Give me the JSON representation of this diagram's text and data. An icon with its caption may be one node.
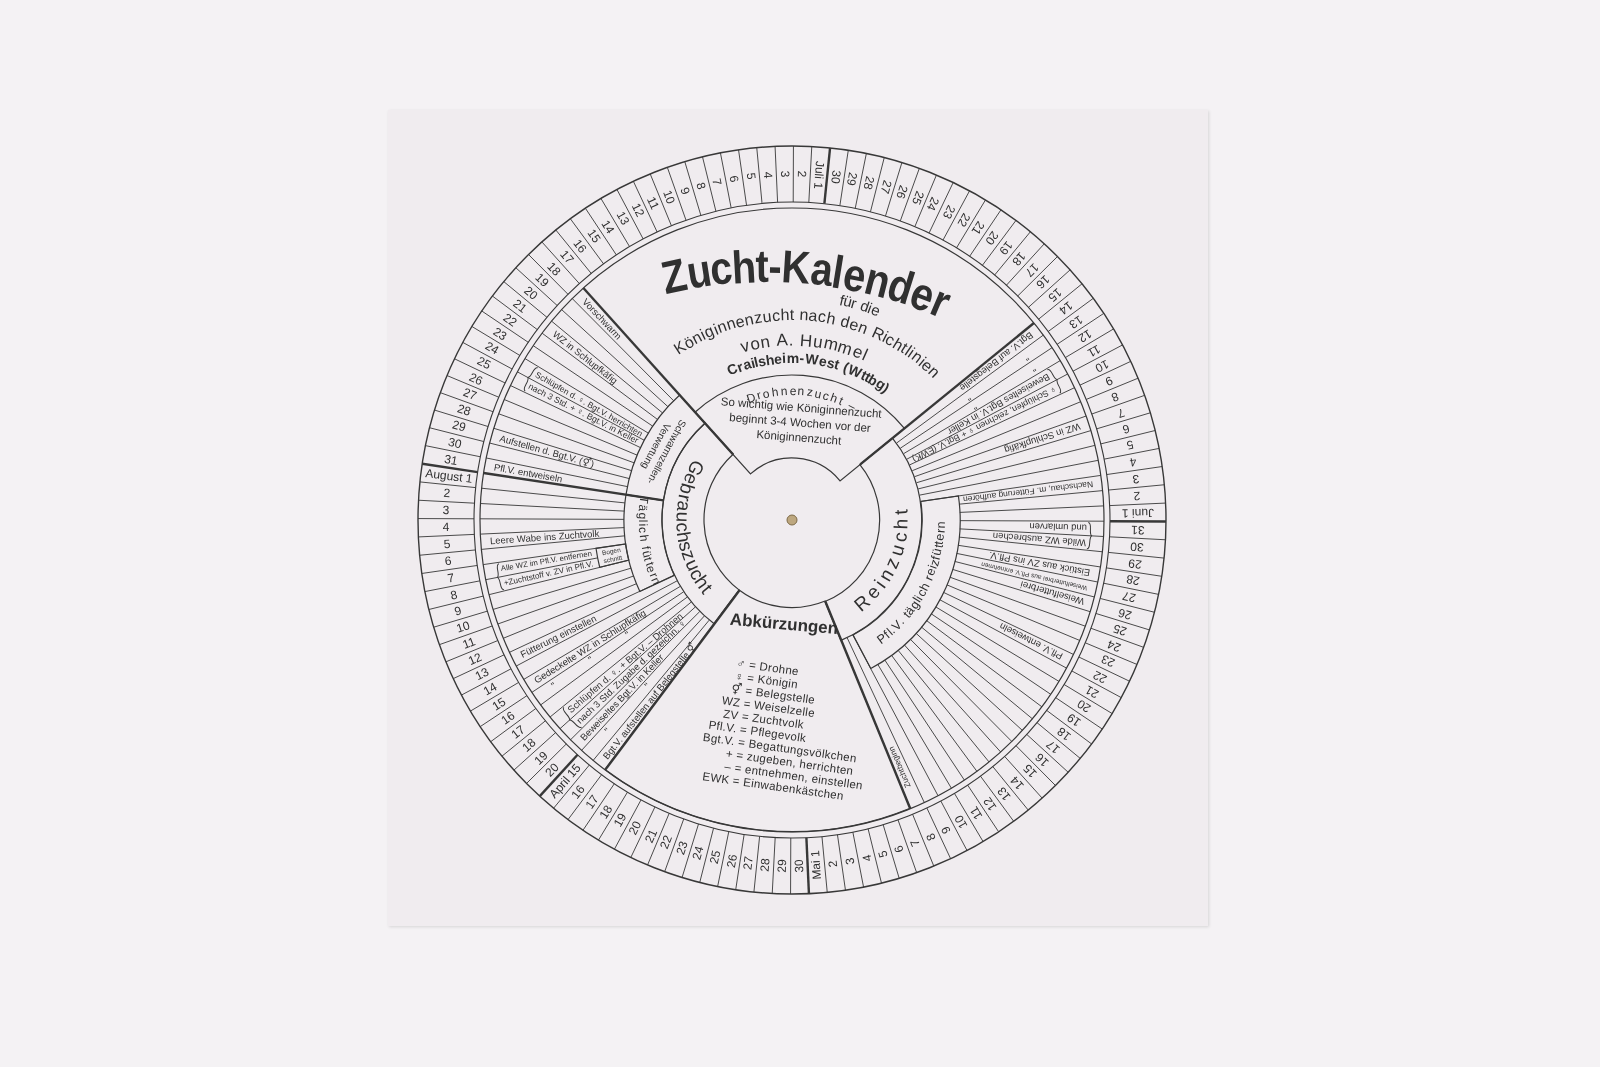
{
  "diagram": {
    "title": "Zucht-Kalender",
    "nodes": [
      {
        "text": [
          "Drohnenzucht –",
          "So wichtig wie Königinnenzucht beginnt 3-4 Wochen vor der Königinnenzucht"
        ]
      },
      {
        "text": [
          "Gebrauchszucht"
        ]
      },
      {
        "text": [
          "Schwarmzellen-Verwertung"
        ]
      },
      {
        "text": [
          "Täglich füttern"
        ]
      },
      {
        "text": [
          "Bogen schnitt"
        ]
      },
      {
        "text": [
          "Reinzucht"
        ]
      },
      {
        "text": [
          "Pfl.V. täglich reizfüttern"
        ]
      },
      {
        "text": [
          "Abkürzungen",
          "♂ = Drohne",
          "♀ = Königin",
          "⚥ = Belegstelle",
          "WZ = Weiselzelle",
          "ZV = Zuchtvolk",
          "Pfl.V. = Pflegevolk",
          "Bgt.V. = Begattungsvölkchen",
          "+ = zugeben, herrichten",
          "– = entnehmen, einstellen",
          "EWK = Einwabenkästchen"
        ]
      }
    ],
    "labels": [
      "für die",
      "Königinnenzucht nach den Richtlinien",
      "von A. Hummel",
      "Crailsheim-West (Wttbg)",
      "April 15",
      "16",
      "17",
      "18",
      "19",
      "20",
      "21",
      "22",
      "23",
      "24",
      "25",
      "26",
      "27",
      "28",
      "29",
      "30",
      "Mai 1",
      "2",
      "3",
      "4",
      "5",
      "6",
      "7",
      "8",
      "9",
      "10",
      "11",
      "12",
      "13",
      "14",
      "15",
      "16",
      "17",
      "18",
      "19",
      "20",
      "21",
      "22",
      "23",
      "24",
      "25",
      "26",
      "27",
      "28",
      "29",
      "30",
      "31",
      "Juni 1",
      "2",
      "3",
      "4",
      "5",
      "6",
      "7",
      "8",
      "9",
      "10",
      "11",
      "12",
      "13",
      "14",
      "15",
      "16",
      "17",
      "18",
      "19",
      "20",
      "21",
      "22",
      "23",
      "24",
      "25",
      "26",
      "27",
      "28",
      "29",
      "30",
      "Juli 1",
      "2",
      "3",
      "4",
      "5",
      "6",
      "7",
      "8",
      "9",
      "10",
      "11",
      "12",
      "13",
      "14",
      "15",
      "16",
      "17",
      "18",
      "19",
      "20",
      "21",
      "22",
      "23",
      "24",
      "25",
      "26",
      "27",
      "28",
      "29",
      "30",
      "31",
      "August 1",
      "2",
      "3",
      "4",
      "5",
      "6",
      "7",
      "8",
      "9",
      "10",
      "11",
      "12",
      "13",
      "14",
      "15",
      "16",
      "17",
      "18",
      "19",
      "20",
      "Zuchtbeginn",
      "Pfl.V. entweiseln",
      "Weiselfutterbrei",
      "Weiselfutterbrei aus Pfl.V. entnehmen",
      "Eistück aus ZV ins Pfl.V.",
      "Wilde WZ ausbrechen",
      "und umlarven",
      "Nachschau, m. Fütterung aufhören",
      "WZ in Schlupfkäfig",
      "♀ Schlüpfen, zeichnen ♀ + Bgt.V. (EWK)",
      "Beweiseltes Bgt.V. in Keller",
      "\"",
      "\"",
      "\"",
      "\"",
      "Bgt.V. auf Belegstelle",
      "Vorschwarm",
      "WZ in Schlupfkäfig",
      "Schlüpfen d. ♀. Bgt.V. herrichten",
      "nach 3 Std. + ♀. Bgt.V. in Keller",
      "Aufstellen d. Bgt.V. (⚥)",
      "Pfl.V. entweiseln",
      "Leere Wabe ins Zuchtvolk",
      "Alle WZ im Pfl.V. entfernen",
      "+Zuchtstoff v. ZV in Pfl.V.",
      "Fütterung einstellen",
      "Gedeckelte WZ in Schlupfkäfig",
      "\"",
      "\"",
      "\"",
      "Schlüpfen d. ♀. + Bgt.V. – Drohnen",
      "nach 3 Std. Zugabe d. gezeichn. ♀",
      "Beweiseltes Bgt.V. in Keller",
      "\"",
      "\"",
      "Bgt.V. aufstellen auf Belegstelle ⚥"
    ]
  }
}
